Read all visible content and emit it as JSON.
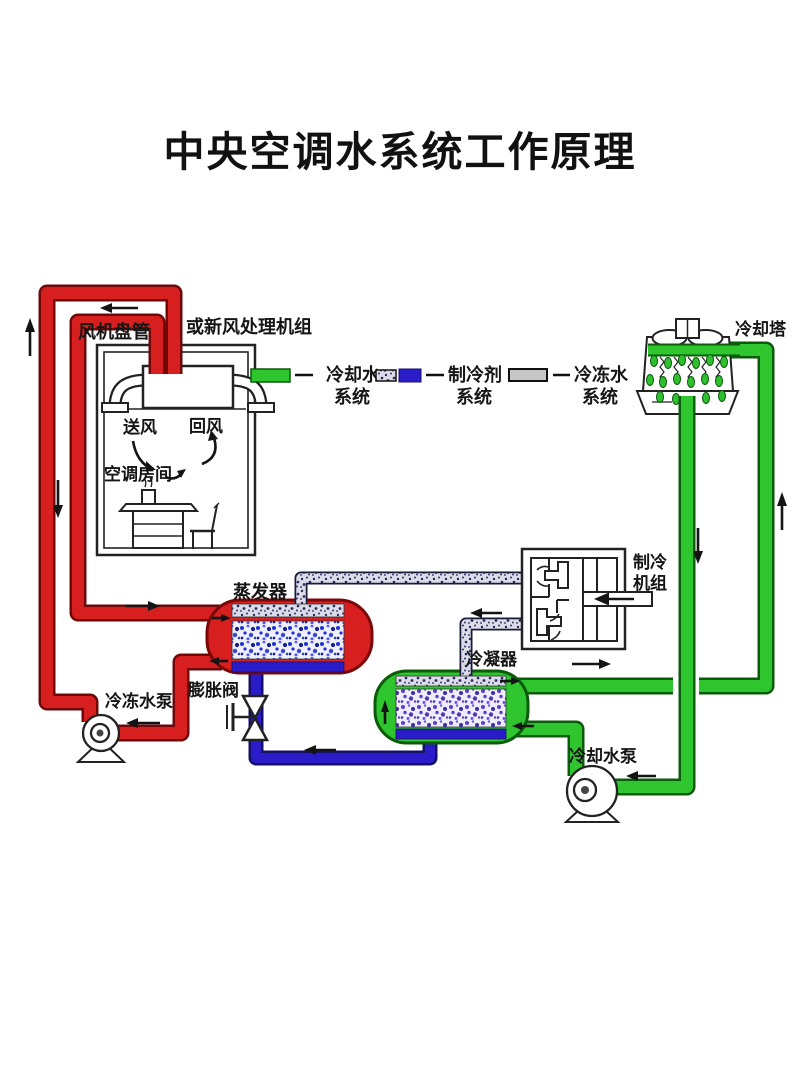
{
  "title": "中央空调水系统工作原理",
  "legend": {
    "cooling_water": {
      "lines": [
        "冷却水",
        "系统"
      ],
      "swatch_color": "#2fc52f"
    },
    "refrigerant": {
      "lines": [
        "制冷剂",
        "系统"
      ],
      "swatch_color": "#2a1cc8"
    },
    "chilled_water": {
      "lines": [
        "冷冻水",
        "系统"
      ],
      "swatch_color": "#c6c6c6"
    }
  },
  "components": {
    "fan_coil": "风机盘管",
    "fresh_air_unit": "或新风处理机组",
    "supply_air": "送风",
    "return_air": "回风",
    "room": "空调房间",
    "evaporator": "蒸发器",
    "expansion_valve": "膨胀阀",
    "chilled_water_pump": "冷冻水泵",
    "condenser": "冷凝器",
    "cooling_water_pump": "冷却水泵",
    "chiller_unit_lines": [
      "制冷",
      "机组"
    ],
    "cooling_tower": "冷却塔"
  },
  "colors": {
    "chilled_water_pipe": "#d81f1f",
    "cooling_water_pipe": "#2fc52f",
    "refrigerant_liquid_pipe": "#2a1cc8",
    "refrigerant_vapor_pipe": "#dcdce8",
    "background": "#ffffff"
  }
}
